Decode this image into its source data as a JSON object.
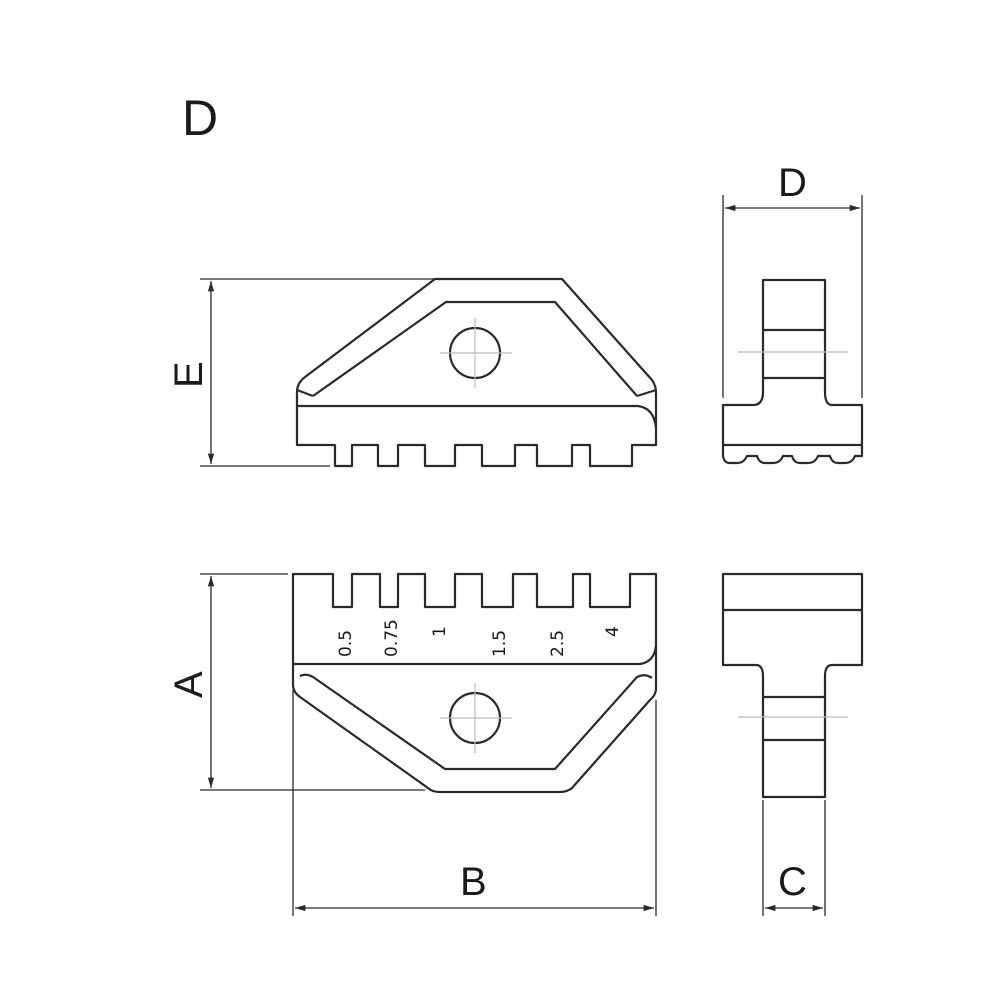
{
  "title": "D",
  "dimensions": {
    "a": "A",
    "b": "B",
    "c": "C",
    "d": "D",
    "e": "E"
  },
  "wire_sizes": [
    "0.5",
    "0.75",
    "1",
    "1.5",
    "2.5",
    "4"
  ],
  "colors": {
    "line": "#2a2a2a",
    "centerline": "#bbbbbb"
  }
}
